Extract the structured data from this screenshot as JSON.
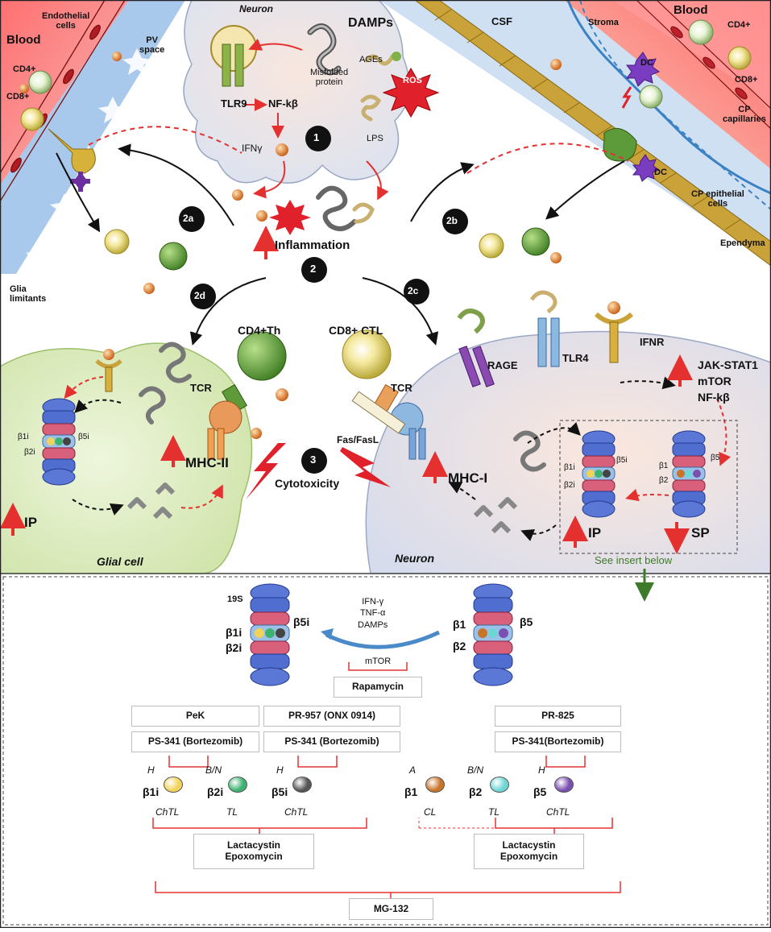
{
  "top": {
    "regions": {
      "neuron_top": "Neuron",
      "csf": "CSF",
      "glial_cell": "Glial cell",
      "neuron_bottom": "Neuron"
    },
    "blood_left": {
      "blood": "Blood",
      "endothelial": "Endothelial\ncells",
      "pv_space": "PV\nspace",
      "cd4": "CD4+",
      "cd8": "CD8+",
      "glia": "Glia\nlimitants"
    },
    "blood_right": {
      "blood": "Blood",
      "stroma": "Stroma",
      "cd4": "CD4+",
      "cd8": "CD8+",
      "dc": "DC",
      "dc2": "DC",
      "cp_capillaries": "CP\ncapillaries",
      "cp_epithelial": "CP epithelial\ncells",
      "ependyma": "Ependyma"
    },
    "damps": {
      "title": "DAMPs",
      "misfolded": "Misfolded\nprotein",
      "ages": "AGEs",
      "ros": "ROS",
      "lps": "LPS",
      "tlr9": "TLR9",
      "nfkb": "NF-kβ",
      "ifng": "IFNγ"
    },
    "steps": {
      "s1": "1",
      "s2": "2",
      "s2a": "2a",
      "s2b": "2b",
      "s2c": "2c",
      "s2d": "2d",
      "s3": "3"
    },
    "center": {
      "inflammation": "Inflammation",
      "cytotoxicity": "Cytotoxicity",
      "cd4th": "CD4+Th",
      "cd8ctl": "CD8+ CTL",
      "tcr_left": "TCR",
      "tcr_right": "TCR",
      "fas": "Fas/FasL"
    },
    "glial": {
      "mhc2": "MHC-II",
      "ip": "IP",
      "b1i": "β1i",
      "b2i": "β2i",
      "b5i": "β5i"
    },
    "neuron": {
      "rage": "RAGE",
      "tlr4": "TLR4",
      "ifnr": "IFNR",
      "jak": "JAK-STAT1",
      "mtor": "mTOR",
      "nfkb": "NF-kβ",
      "mhc1": "MHC-I",
      "ip": "IP",
      "sp": "SP",
      "b1i": "β1i",
      "b2i": "β2i",
      "b5i": "β5i",
      "b1": "β1",
      "b2": "β2",
      "b5": "β5",
      "see_insert": "See insert below"
    }
  },
  "insert": {
    "s19": "19S",
    "left_b1i": "β1i",
    "left_b2i": "β2i",
    "left_b5i": "β5i",
    "right_b1": "β1",
    "right_b2": "β2",
    "right_b5": "β5",
    "stimuli": "IFN-γ\nTNF-α\nDAMPs",
    "mtor": "mTOR",
    "rapamycin": "Rapamycin",
    "pek": "PeK",
    "pr957": "PR-957 (ONX 0914)",
    "pr825": "PR-825",
    "ps341_a": "PS-341 (Bortezomib)",
    "ps341_b": "PS-341 (Bortezomib)",
    "ps341_c": "PS-341(Bortezomib)",
    "subunits": [
      {
        "site": "H",
        "name": "β1i",
        "activity": "ChTL",
        "color": "#f2d35a"
      },
      {
        "site": "B/N",
        "name": "β2i",
        "activity": "TL",
        "color": "#3cb371"
      },
      {
        "site": "H",
        "name": "β5i",
        "activity": "ChTL",
        "color": "#555555"
      },
      {
        "site": "A",
        "name": "β1",
        "activity": "CL",
        "color": "#c8742a"
      },
      {
        "site": "B/N",
        "name": "β2",
        "activity": "TL",
        "color": "#6fd6d6"
      },
      {
        "site": "H",
        "name": "β5",
        "activity": "ChTL",
        "color": "#7a4fb0"
      }
    ],
    "lact_left": "Lactacystin\nEpoxomycin",
    "lact_right": "Lactacystin\nEpoxomycin",
    "mg132": "MG-132"
  },
  "colors": {
    "red": "#e53030",
    "blood": "#f08a8a",
    "pv": "#9ec3e8",
    "neuron_bg": "#f7e0d6",
    "glial_bg": "#dfeec8",
    "csf": "#c7dbef",
    "green_arrow": "#3d7a2a"
  }
}
